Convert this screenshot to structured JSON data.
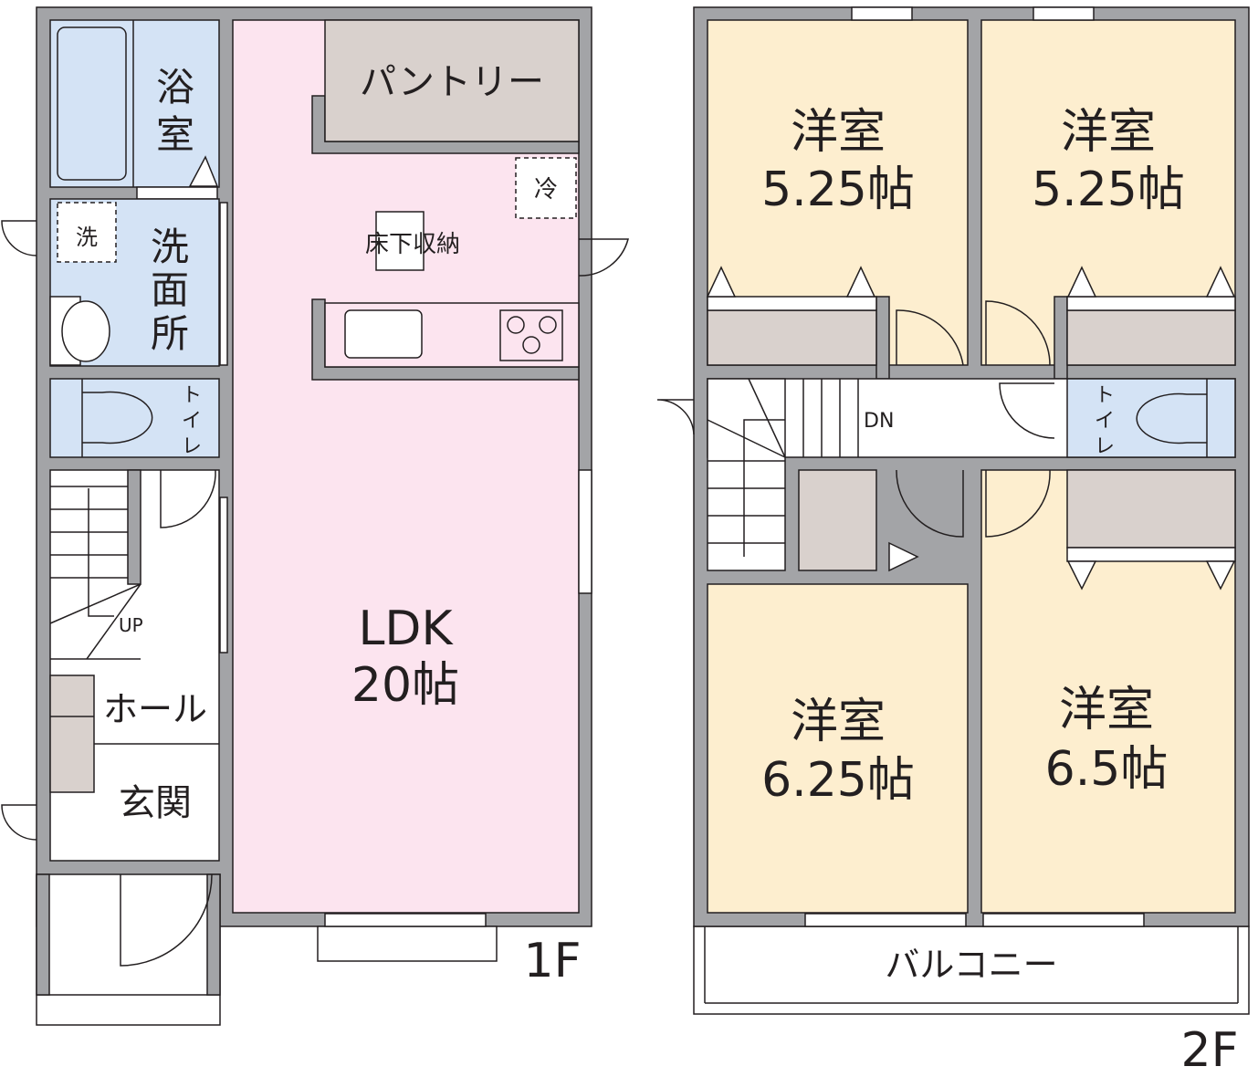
{
  "colors": {
    "wall": "#a3a4a7",
    "wet": "#d4e3f5",
    "ldk": "#fce4ef",
    "storage": "#d9d1cd",
    "bedroom": "#fdeecf"
  },
  "floor1": {
    "label": "1F",
    "bath": [
      "浴",
      "室"
    ],
    "washroom": [
      "洗",
      "面",
      "所"
    ],
    "washer": "洗",
    "toilet": [
      "ト",
      "イ",
      "レ"
    ],
    "pantry": "パントリー",
    "fridge": "冷",
    "underfloor": "床下収納",
    "ldk": "LDK",
    "ldk_size": "20帖",
    "up": "UP",
    "hall": "ホール",
    "entrance": "玄関"
  },
  "floor2": {
    "label": "2F",
    "rooms": [
      {
        "name": "洋室",
        "size": "5.25帖"
      },
      {
        "name": "洋室",
        "size": "5.25帖"
      },
      {
        "name": "洋室",
        "size": "6.25帖"
      },
      {
        "name": "洋室",
        "size": "6.5帖"
      }
    ],
    "dn": "DN",
    "toilet": [
      "ト",
      "イ",
      "レ"
    ],
    "balcony": "バルコニー"
  }
}
